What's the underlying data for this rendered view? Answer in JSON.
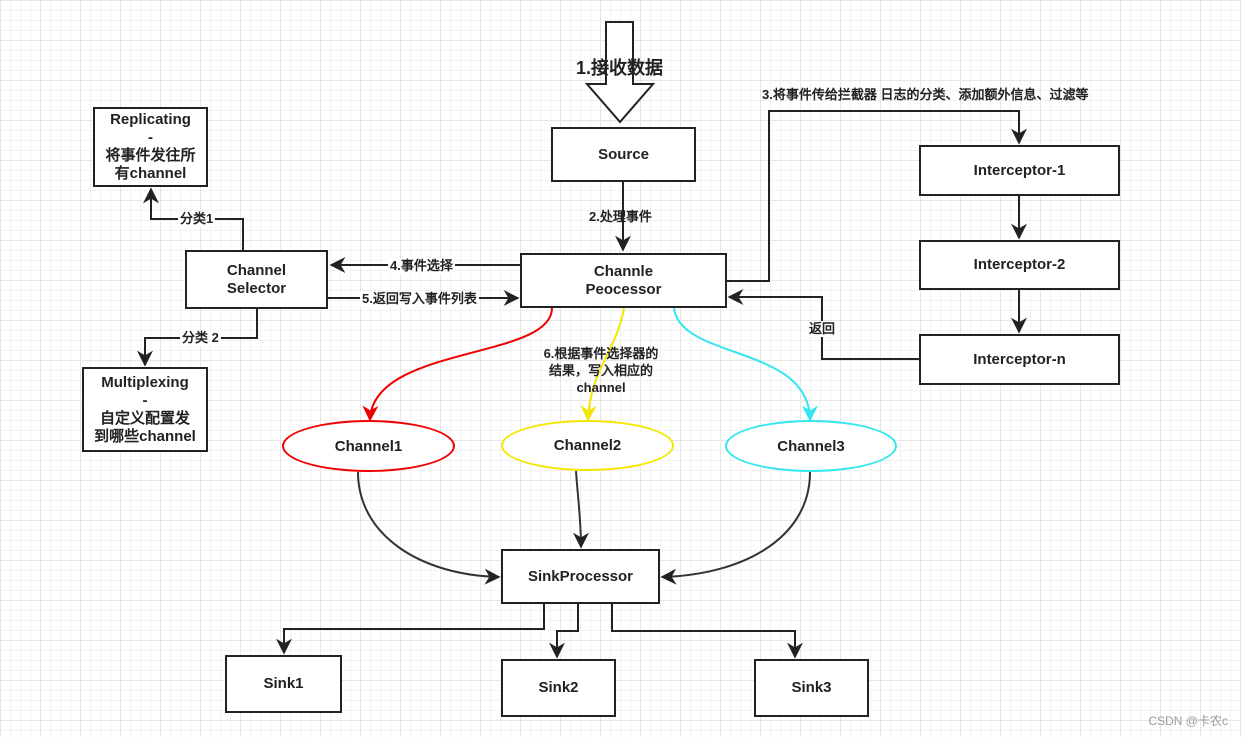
{
  "colors": {
    "stroke": "#222222",
    "channel1": "#ee0000",
    "channel2": "#f5e600",
    "channel3": "#33e6f0"
  },
  "boxes": {
    "source": "Source",
    "processor": "Channle\nPeocessor",
    "selector": "Channel\nSelector",
    "replicating": "Replicating\n-\n将事件发往所\n有channel",
    "multiplexing": "Multiplexing\n-\n自定义配置发\n到哪些channel",
    "interceptor1": "Interceptor-1",
    "interceptor2": "Interceptor-2",
    "interceptorN": "Interceptor-n",
    "sinkProcessor": "SinkProcessor",
    "sink1": "Sink1",
    "sink2": "Sink2",
    "sink3": "Sink3"
  },
  "channels": {
    "c1": "Channel1",
    "c2": "Channel2",
    "c3": "Channel3"
  },
  "labels": {
    "receive": "1.接收数据",
    "process": "2.处理事件",
    "interceptorPass": "3.将事件传给拦截器 日志的分类、添加额外信息、过滤等",
    "select": "4.事件选择",
    "returnList": "5.返回写入事件列表",
    "writeChannel": "6.根据事件选择器的\n结果，写入相应的\nchannel",
    "category1": "分类1",
    "category2": "分类 2",
    "back": "返回"
  },
  "watermark": "CSDN @卡农c"
}
